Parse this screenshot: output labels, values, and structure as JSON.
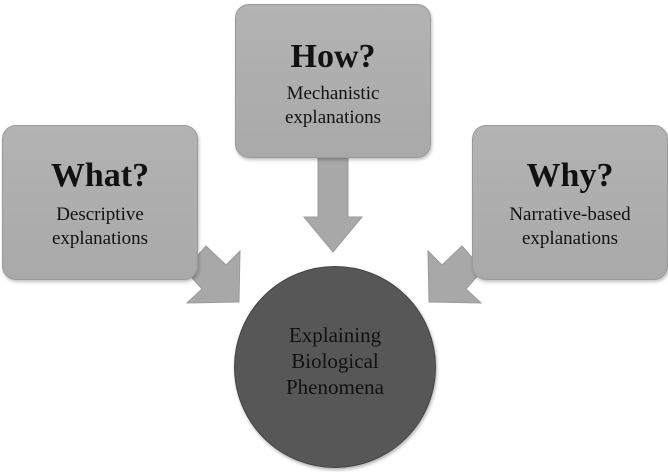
{
  "diagram": {
    "how": {
      "question": "How?",
      "line1": "Mechanistic",
      "line2": "explanations"
    },
    "what": {
      "question": "What?",
      "line1": "Descriptive",
      "line2": "explanations"
    },
    "why": {
      "question": "Why?",
      "line1": "Narrative-based",
      "line2": "explanations"
    },
    "center": {
      "line1": "Explaining",
      "line2": "Biological",
      "line3": "Phenomena"
    }
  },
  "colors": {
    "box_fill": "#b0b0b0",
    "arrow_fill": "#a8a8a8",
    "circle_fill": "#575757"
  }
}
